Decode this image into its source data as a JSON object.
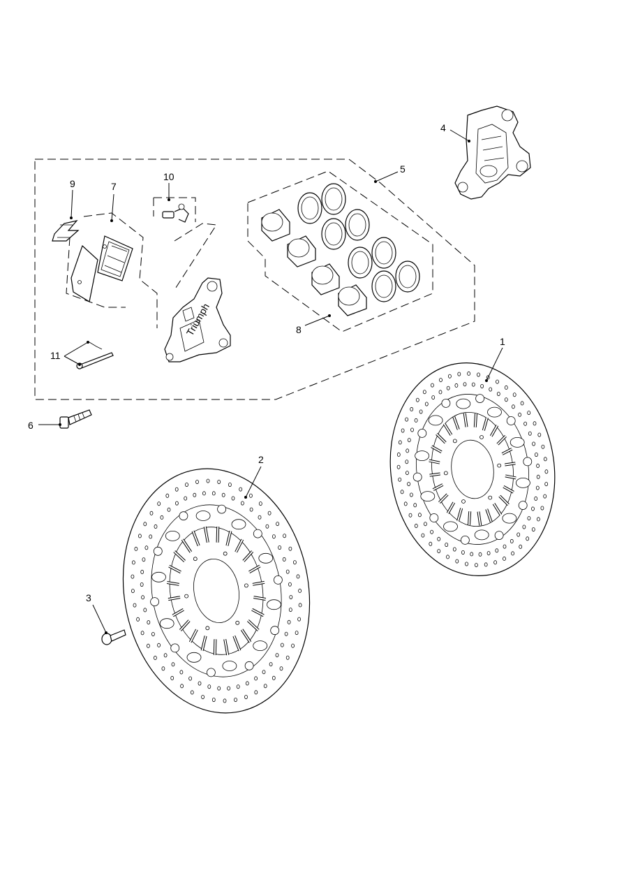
{
  "callouts": [
    {
      "id": "1",
      "label": "1"
    },
    {
      "id": "2",
      "label": "2"
    },
    {
      "id": "3",
      "label": "3"
    },
    {
      "id": "4",
      "label": "4"
    },
    {
      "id": "5",
      "label": "5"
    },
    {
      "id": "6",
      "label": "6"
    },
    {
      "id": "7",
      "label": "7"
    },
    {
      "id": "8",
      "label": "8"
    },
    {
      "id": "9",
      "label": "9"
    },
    {
      "id": "10",
      "label": "10"
    },
    {
      "id": "11",
      "label": "11"
    }
  ],
  "caliper_logo_text": "Triumph"
}
